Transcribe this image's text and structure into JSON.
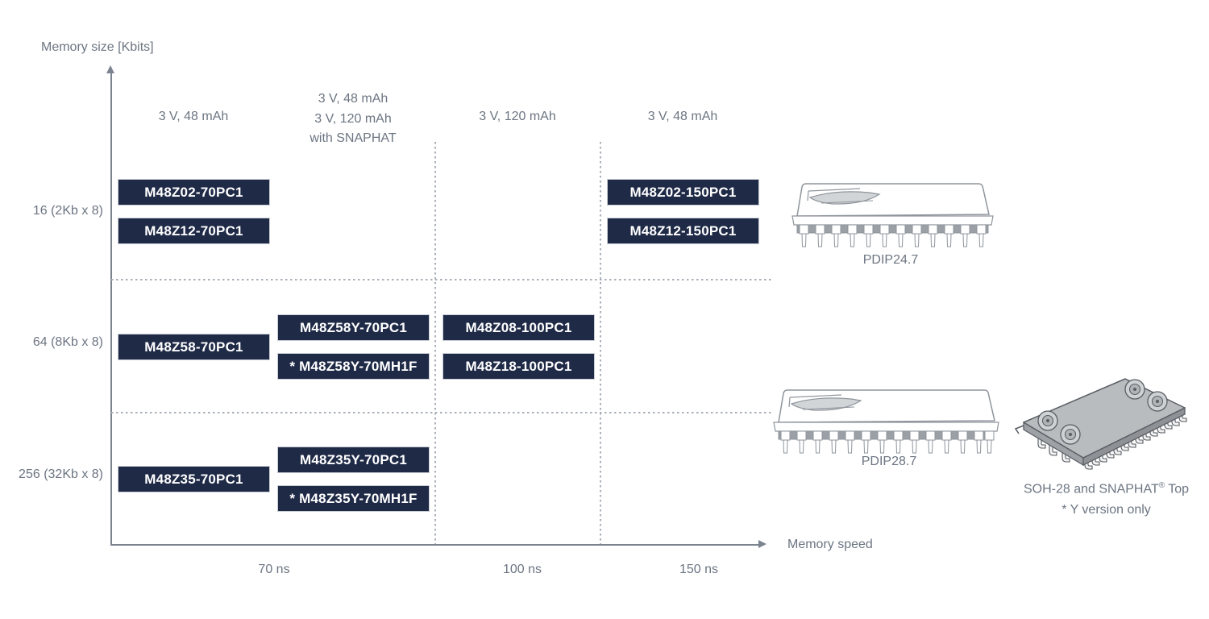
{
  "title": "Memory size [Kbits]",
  "x_axis": {
    "label": "Memory speed",
    "ticks": [
      "70 ns",
      "100 ns",
      "150 ns"
    ]
  },
  "y_axis": {
    "labels": [
      "16 (2Kb x 8)",
      "64 (8Kb x 8)",
      "256 (32Kb x 8)"
    ]
  },
  "column_headers": {
    "col1": [
      "3 V, 48 mAh"
    ],
    "col2": [
      "3 V, 48 mAh",
      "3 V, 120 mAh",
      "with SNAPHAT"
    ],
    "col3": [
      "3 V, 120 mAh"
    ],
    "col4": [
      "3 V, 48 mAh"
    ]
  },
  "parts": [
    {
      "label": "M48Z02-70PC1",
      "size_row": "16 (2Kb x 8)",
      "speed_column": "70 ns"
    },
    {
      "label": "M48Z12-70PC1",
      "size_row": "16 (2Kb x 8)",
      "speed_column": "70 ns"
    },
    {
      "label": "M48Z02-150PC1",
      "size_row": "16 (2Kb x 8)",
      "speed_column": "150 ns"
    },
    {
      "label": "M48Z12-150PC1",
      "size_row": "16 (2Kb x 8)",
      "speed_column": "150 ns"
    },
    {
      "label": "M48Z58-70PC1",
      "size_row": "64 (8Kb x 8)",
      "speed_column": "70 ns"
    },
    {
      "label": "M48Z58Y-70PC1",
      "size_row": "64 (8Kb x 8)",
      "speed_column": "70 ns"
    },
    {
      "label": "* M48Z58Y-70MH1F",
      "size_row": "64 (8Kb x 8)",
      "speed_column": "70 ns"
    },
    {
      "label": "M48Z08-100PC1",
      "size_row": "64 (8Kb x 8)",
      "speed_column": "100 ns"
    },
    {
      "label": "M48Z18-100PC1",
      "size_row": "64 (8Kb x 8)",
      "speed_column": "100 ns"
    },
    {
      "label": "M48Z35-70PC1",
      "size_row": "256 (32Kb x 8)",
      "speed_column": "70 ns"
    },
    {
      "label": "M48Z35Y-70PC1",
      "size_row": "256 (32Kb x 8)",
      "speed_column": "70 ns"
    },
    {
      "label": "* M48Z35Y-70MH1F",
      "size_row": "256 (32Kb x 8)",
      "speed_column": "70 ns"
    }
  ],
  "packages": {
    "pdip24": {
      "label": "PDIP24.7"
    },
    "pdip28": {
      "label": "PDIP28.7"
    },
    "soh": {
      "label_main": "SOH-28 and SNAPHAT",
      "reg": "®",
      "label_suffix": " Top",
      "note": "* Y version only"
    }
  },
  "colors": {
    "part_box": "#1f2a47",
    "part_text": "#ffffff",
    "label_gray": "#6c7582",
    "axis_gray": "#7b838f"
  }
}
